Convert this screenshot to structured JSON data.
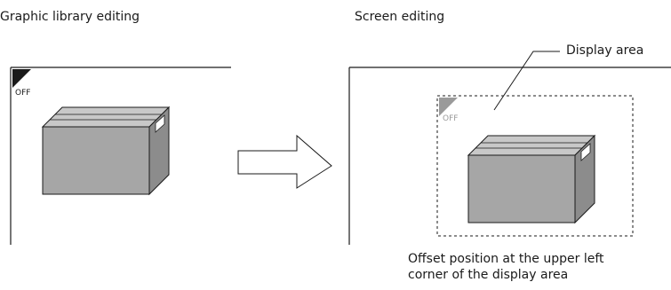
{
  "left_panel": {
    "title": "Graphic library editing",
    "switch_label": "OFF"
  },
  "right_panel": {
    "title": "Screen editing",
    "switch_label": "OFF",
    "display_area_label": "Display area",
    "offset_note": [
      "Offset position at the upper left",
      "corner of the display area"
    ]
  },
  "colors": {
    "box_front": "#a6a6a6",
    "box_top": "#c8c8c8",
    "box_side": "#8c8c8c",
    "outline": "#1a1a1a",
    "switch_dark": "#1a1a1a",
    "switch_light": "#999999"
  }
}
